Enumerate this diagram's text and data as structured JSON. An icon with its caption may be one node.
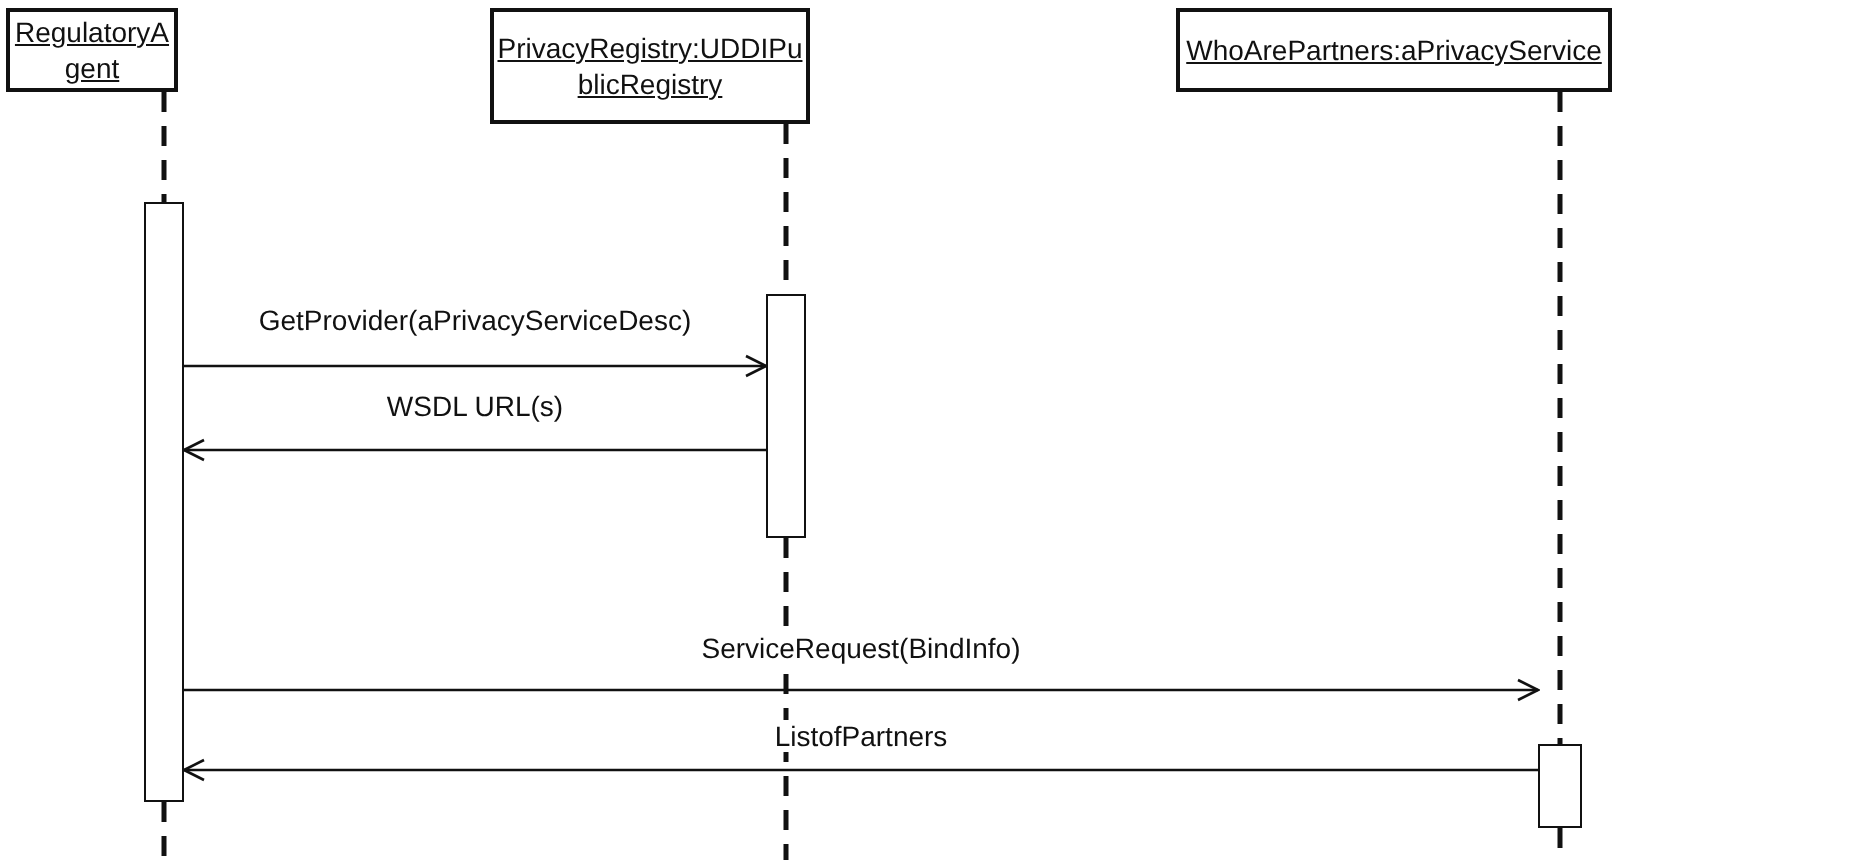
{
  "diagram": {
    "nodes": [
      {
        "text": [
          "RegulatoryAgent"
        ]
      },
      {
        "text": [
          "PrivacyRegistry:UDDIPublicRegistry"
        ]
      },
      {
        "text": [
          "WhoArePartners:aPrivacyService"
        ]
      },
      {
        "text": [],
        "shape": "bar"
      },
      {
        "text": [],
        "shape": "bar"
      },
      {
        "text": [],
        "shape": "bar"
      }
    ],
    "edges": [
      {
        "from": 0,
        "to": 3,
        "arrow": "none",
        "style": "dashed"
      },
      {
        "from": 1,
        "to": 4,
        "arrow": "none",
        "style": "dashed"
      },
      {
        "from": 2,
        "to": 5,
        "arrow": "none",
        "style": "dashed"
      },
      {
        "from": 3,
        "to": 4,
        "arrow": "to",
        "label": "GetProvider(aPrivacyServiceDesc)"
      },
      {
        "from": 4,
        "to": 3,
        "arrow": "to",
        "label": "WSDL URL(s)"
      },
      {
        "from": 3,
        "to": 5,
        "arrow": "to",
        "label": "ServiceRequest(BindInfo)"
      },
      {
        "from": 5,
        "to": 3,
        "arrow": "to",
        "label": "ListofPartners"
      }
    ]
  }
}
